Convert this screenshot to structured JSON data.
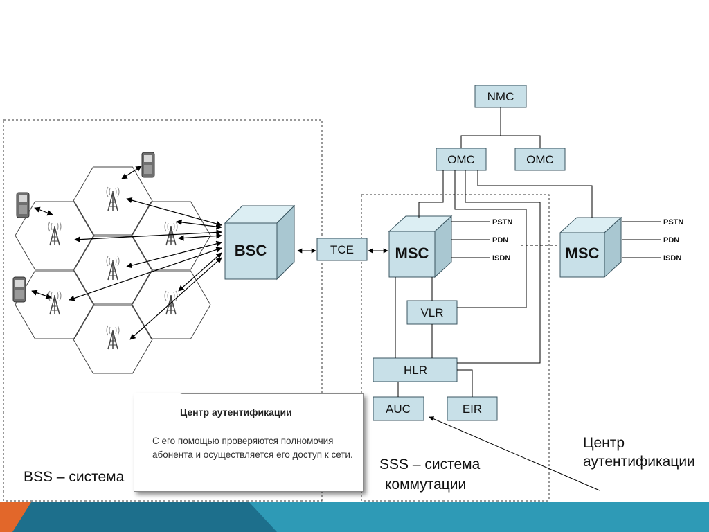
{
  "labels": {
    "nmc": "NMC",
    "omc1": "OMC",
    "omc2": "OMC",
    "bsc": "BSC",
    "tce": "TCE",
    "msc1": "MSC",
    "msc2": "MSC",
    "vlr": "VLR",
    "hlr": "HLR",
    "auc": "AUC",
    "eir": "EIR",
    "pstn1": "PSTN",
    "pdn1": "PDN",
    "isdn1": "ISDN",
    "pstn2": "PSTN",
    "pdn2": "PDN",
    "isdn2": "ISDN"
  },
  "bss_caption": "BSS – система",
  "sss_caption": [
    "SSS – система",
    "коммутации"
  ],
  "annotation": [
    "Центр",
    "аутентификации"
  ],
  "callout": {
    "title": "Центр аутентификации",
    "text": "С его помощью проверяются полномочия абонента и осуществляется его доступ к сети."
  },
  "colors": {
    "box_fill": "#c8e0e8",
    "box_stroke": "#3a5560",
    "bar_teal": "#2e9ab6",
    "bar_dark": "#1d6f8c",
    "bar_orange": "#e2672a"
  }
}
